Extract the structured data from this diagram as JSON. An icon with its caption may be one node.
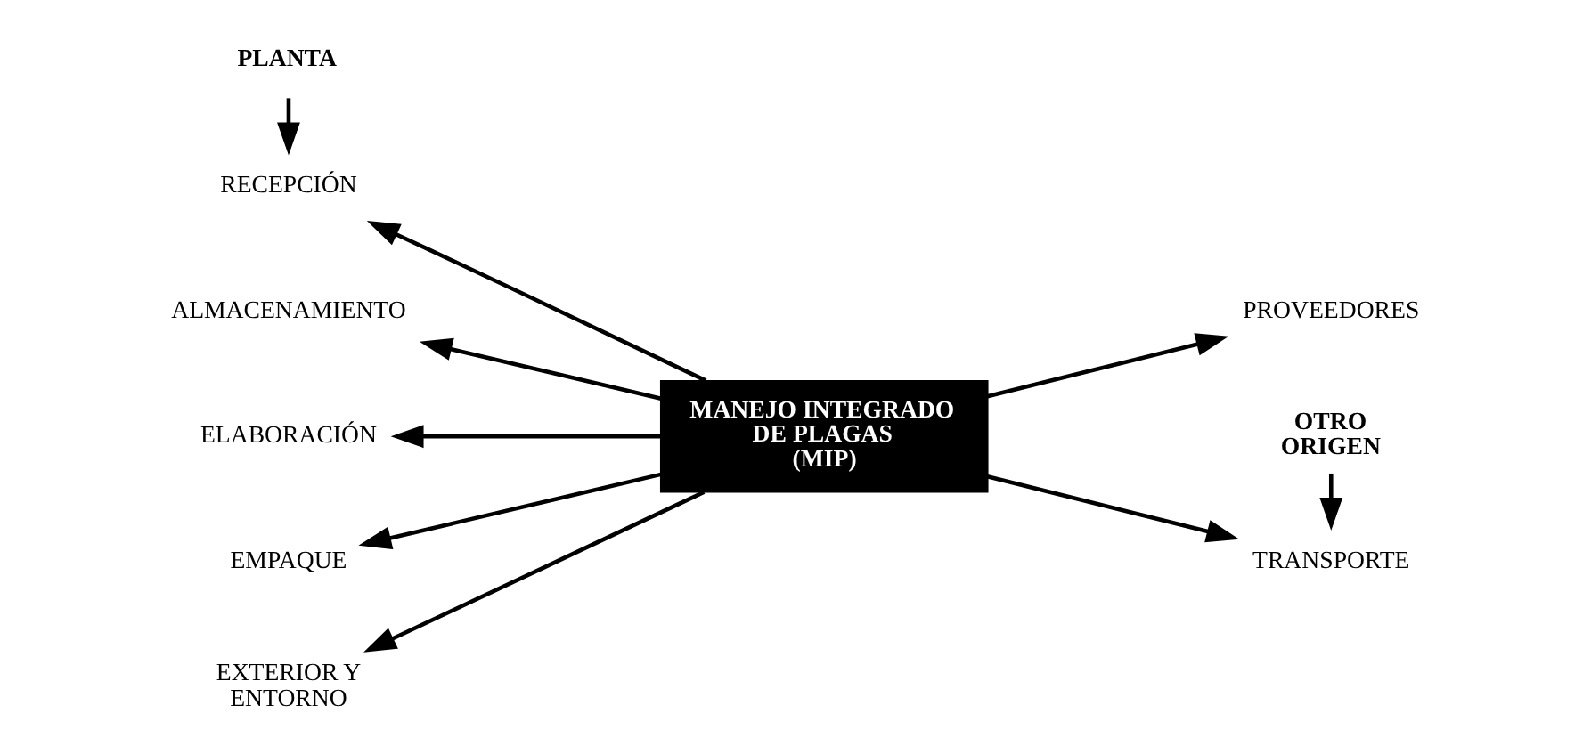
{
  "diagram": {
    "nodes": [
      {
        "text": [
          "PLANTA"
        ]
      },
      {
        "text": [
          "RECEPCIÓN"
        ]
      },
      {
        "text": [
          "ALMACENAMIENTO"
        ]
      },
      {
        "text": [
          "ELABORACIÓN"
        ]
      },
      {
        "text": [
          "EMPAQUE"
        ]
      },
      {
        "text": [
          "EXTERIOR Y ENTORNO"
        ]
      },
      {
        "text": [
          "MANEJO INTEGRADO DE PLAGAS (MIP)"
        ]
      },
      {
        "text": [
          "OTRO ORIGEN"
        ]
      },
      {
        "text": [
          "TRANSPORTE"
        ]
      },
      {
        "text": [
          "PROVEEDORES"
        ]
      }
    ],
    "edges": [
      {
        "from": 0,
        "to": 1,
        "arrow": "to"
      },
      {
        "from": 6,
        "to": 1,
        "arrow": "to"
      },
      {
        "from": 6,
        "to": 2,
        "arrow": "to"
      },
      {
        "from": 6,
        "to": 3,
        "arrow": "to"
      },
      {
        "from": 6,
        "to": 4,
        "arrow": "to"
      },
      {
        "from": 6,
        "to": 5,
        "arrow": "to"
      },
      {
        "from": 7,
        "to": 8,
        "arrow": "to"
      },
      {
        "from": 6,
        "to": 8,
        "arrow": "to"
      },
      {
        "from": 6,
        "to": 9,
        "arrow": "to"
      }
    ]
  }
}
